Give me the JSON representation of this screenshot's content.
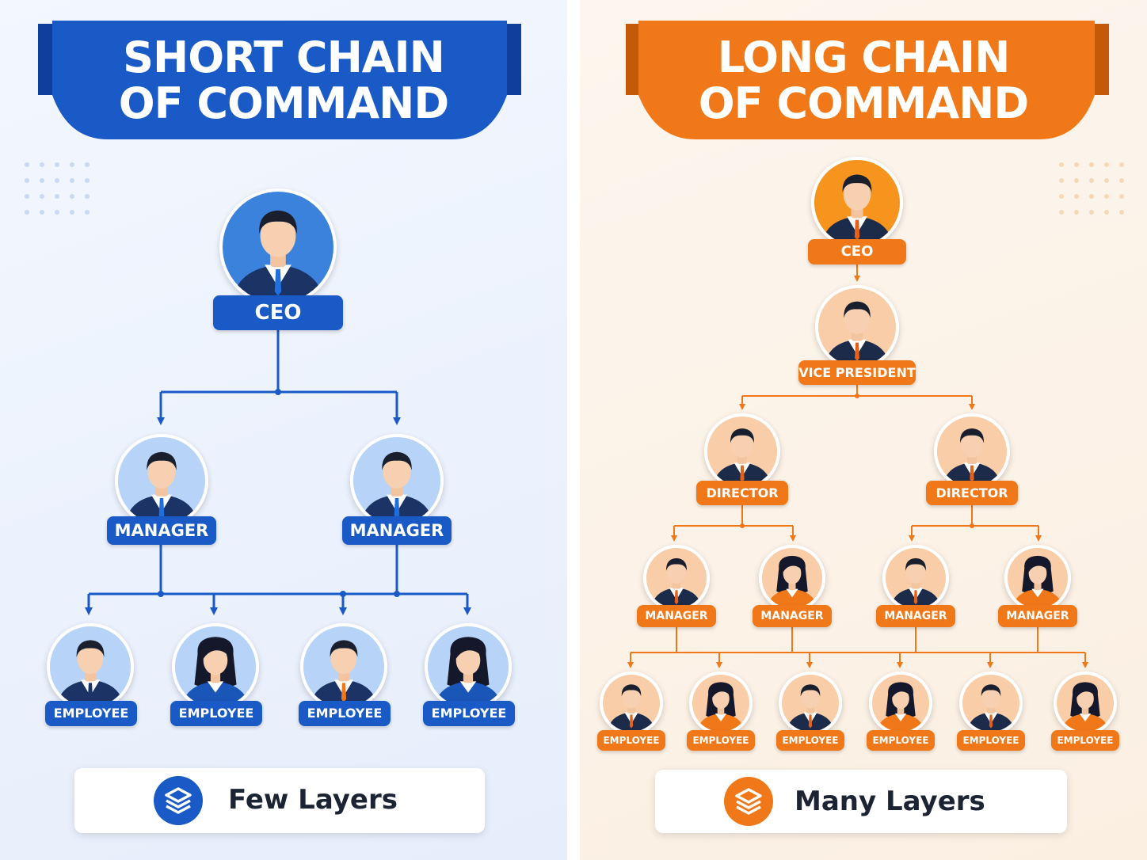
{
  "short_chain": {
    "title_line1": "SHORT CHAIN",
    "title_line2": "OF COMMAND",
    "accent": "#1a5ac6",
    "nodes": {
      "ceo": "CEO",
      "manager": "MANAGER",
      "employee": "EMPLOYEE"
    },
    "footer": "Few Layers",
    "footer_icon": "layers-icon"
  },
  "long_chain": {
    "title_line1": "LONG CHAIN",
    "title_line2": "OF COMMAND",
    "accent": "#f07818",
    "nodes": {
      "ceo": "CEO",
      "vice_president": "VICE PRESIDENT",
      "director": "DIRECTOR",
      "manager": "MANAGER",
      "employee": "EMPLOYEE"
    },
    "footer": "Many Layers",
    "footer_icon": "layers-icon"
  }
}
